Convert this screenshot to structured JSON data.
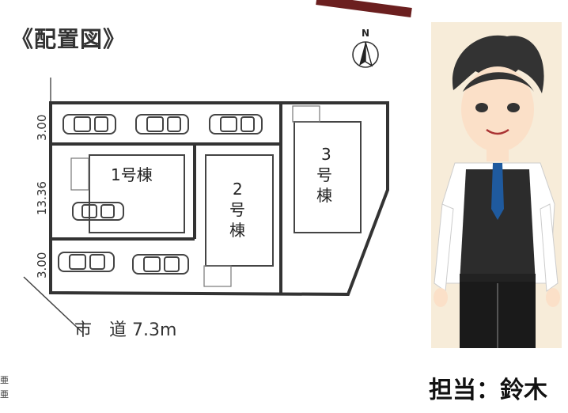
{
  "title": "《配置図》",
  "compass": {
    "label": "N"
  },
  "dimensions": {
    "top": "3.00",
    "middle": "13.36",
    "bottom": "3.00"
  },
  "buildings": {
    "b1": "1号棟",
    "b2": [
      "2",
      "号",
      "棟"
    ],
    "b3": [
      "3",
      "号",
      "棟"
    ]
  },
  "road": {
    "label": "市　道 7.3m"
  },
  "staff": {
    "name": "担当：鈴木"
  },
  "edge_text": [
    "亜",
    "亜"
  ]
}
